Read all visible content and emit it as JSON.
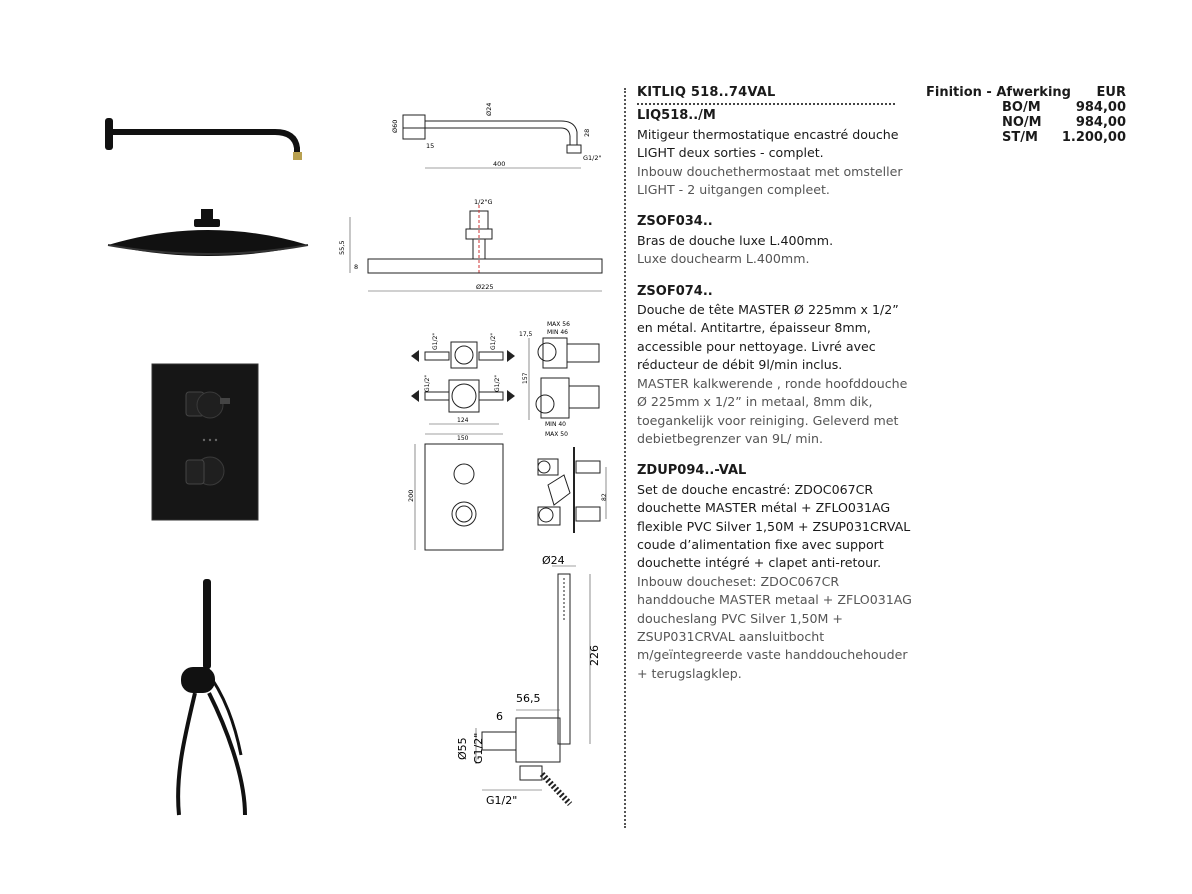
{
  "kit_code": "KITLIQ 518..74VAL",
  "price_table": {
    "header_finish": "Finition - Afwerking",
    "header_currency": "EUR",
    "rows": [
      {
        "finish": "BO/M",
        "price": "984,00"
      },
      {
        "finish": "NO/M",
        "price": "984,00"
      },
      {
        "finish": "ST/M",
        "price": "1.200,00"
      }
    ]
  },
  "products": [
    {
      "code": "LIQ518../M",
      "fr": "Mitigeur thermostatique encastré douche LIGHT deux sorties - complet.",
      "nl": "Inbouw douchethermostaat met omsteller LIGHT - 2 uitgangen compleet."
    },
    {
      "code": "ZSOF034..",
      "fr": "Bras de douche luxe L.400mm.",
      "nl": "Luxe douchearm L.400mm."
    },
    {
      "code": "ZSOF074..",
      "fr": "Douche de tête MASTER Ø 225mm x 1/2” en métal. Antitartre, épaisseur 8mm, accessible pour nettoyage. Livré avec réducteur de débit 9l/min inclus.",
      "nl": "MASTER kalkwerende , ronde hoofddouche Ø 225mm x 1/2” in metaal, 8mm dik, toegankelijk voor reiniging. Geleverd met debietbegrenzer van 9L/ min."
    },
    {
      "code": "ZDUP094..-VAL",
      "fr": "Set de douche encastré: ZDOC067CR douchette MASTER métal + ZFLO031AG flexible PVC Silver 1,50M + ZSUP031CRVAL coude d’alimentation fixe avec support douchette intégré + clapet anti-retour.",
      "nl": "Inbouw doucheset: ZDOC067CR handdouche MASTER metaal + ZFLO031AG doucheslang PVC Silver 1,50M +  ZSUP031CRVAL aansluitbocht m/geïntegreerde vaste handdouchehouder + terugslagklep."
    }
  ],
  "drawing_labels": {
    "arm": {
      "length": "400",
      "d24": "Ø24",
      "d60": "Ø60",
      "h15": "15",
      "h28": "28",
      "thread": "G1/2\""
    },
    "head": {
      "thread": "1/2\"G",
      "height": "55,5",
      "thick": "8",
      "diam": "Ø225"
    },
    "valve": {
      "g_left_top": "G1/2\"",
      "g_right_top": "G1/2\"",
      "g_left_bot": "G1/2\"",
      "g_right_bot": "G1/2\"",
      "w124": "124",
      "w150": "150",
      "h200": "200",
      "d175": "17,5",
      "max56": "MAX 56",
      "min46": "MIN 46",
      "h157": "157",
      "min40": "MIN 40",
      "max50": "MAX 50",
      "h82": "82"
    },
    "handshower": {
      "d24": "Ø24",
      "h226": "226",
      "w565": "56,5",
      "six": "6",
      "d55": "Ø55",
      "g_side": "G1/2\"",
      "g_bottom": "G1/2\""
    }
  }
}
